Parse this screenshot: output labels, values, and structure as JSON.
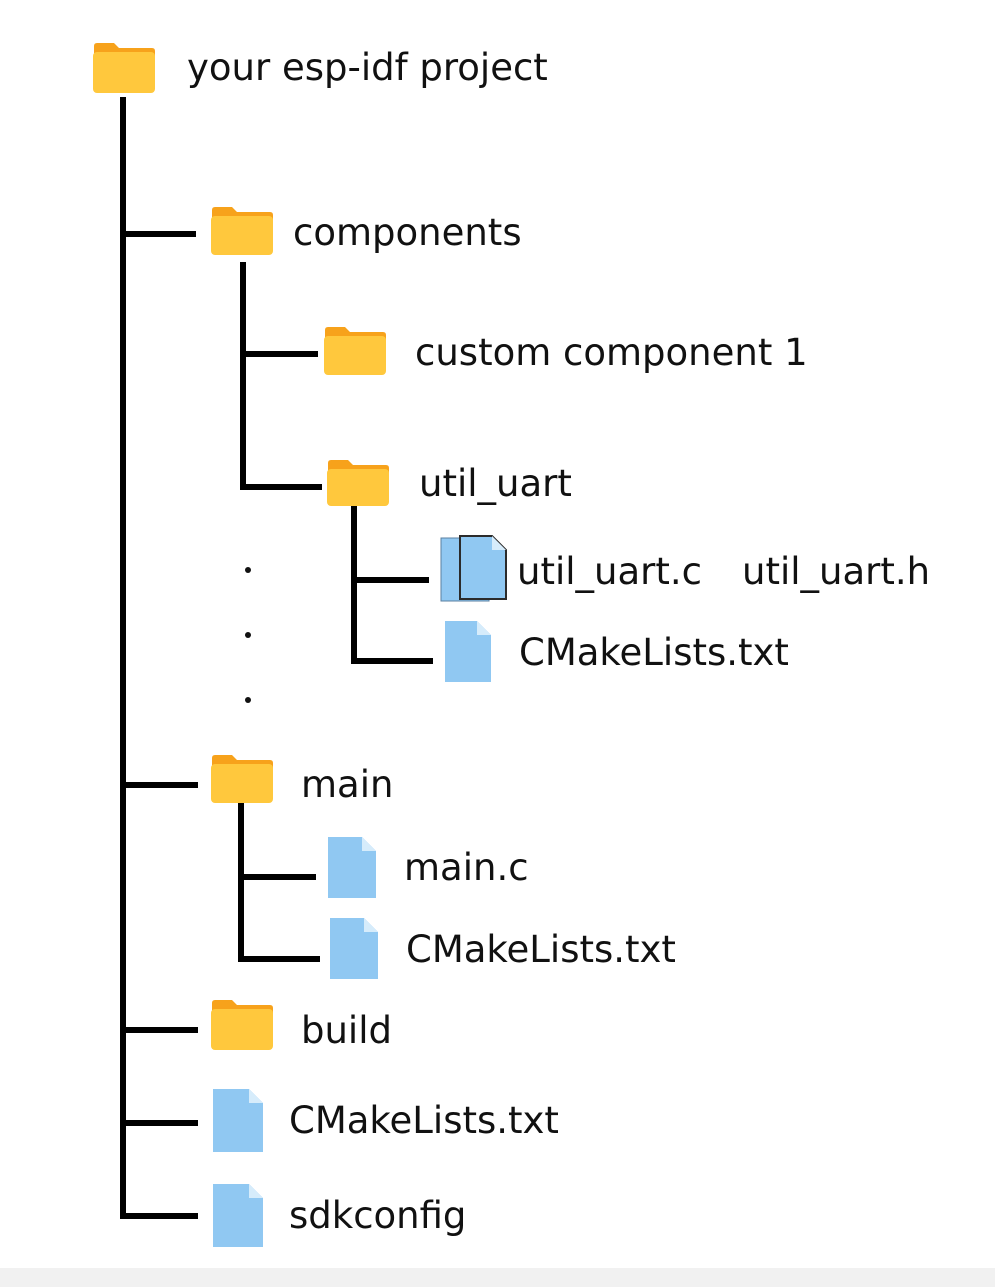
{
  "tree": {
    "root": {
      "label": "your esp-idf project",
      "icon": "folder-icon"
    },
    "components": {
      "label": "components",
      "icon": "folder-icon"
    },
    "custom_component": {
      "label": "custom component 1",
      "icon": "folder-icon"
    },
    "util_uart": {
      "label": "util_uart",
      "icon": "folder-icon"
    },
    "util_uart_c": {
      "label": "util_uart.c",
      "icon": "file-icon"
    },
    "util_uart_h": {
      "label": "util_uart.h",
      "icon": "file-icon"
    },
    "util_uart_cmake": {
      "label": "CMakeLists.txt",
      "icon": "file-icon"
    },
    "main": {
      "label": "main",
      "icon": "folder-icon"
    },
    "main_c": {
      "label": "main.c",
      "icon": "file-icon"
    },
    "main_cmake": {
      "label": "CMakeLists.txt",
      "icon": "file-icon"
    },
    "build": {
      "label": "build",
      "icon": "folder-icon"
    },
    "root_cmake": {
      "label": "CMakeLists.txt",
      "icon": "file-icon"
    },
    "sdkconfig": {
      "label": "sdkconfig",
      "icon": "file-icon"
    }
  },
  "colors": {
    "folder_body": "#FFC83D",
    "folder_tab": "#F7A21B",
    "file_body": "#90C8F2",
    "file_fold": "#D6ECFB",
    "line": "#000000"
  }
}
